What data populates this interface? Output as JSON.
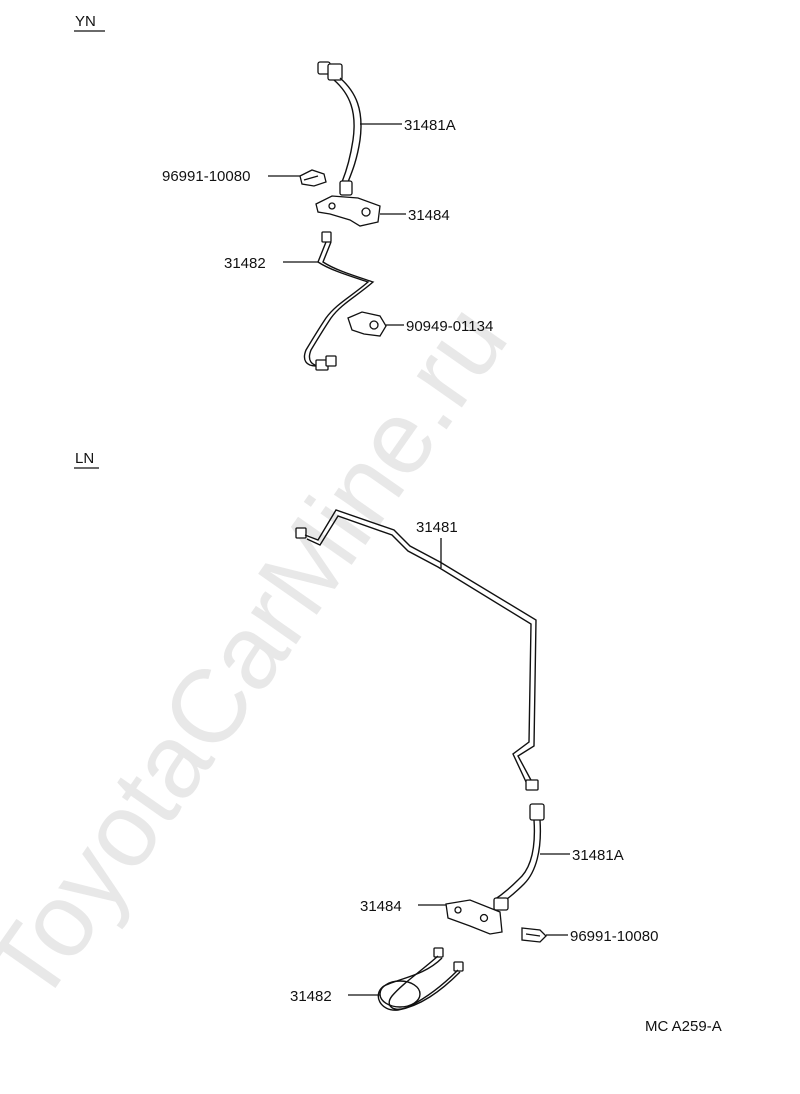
{
  "watermark": "ToyotaCarMine.ru",
  "sections": {
    "yn": {
      "title": "YN",
      "labels": {
        "hose": "31481A",
        "clip": "96991-10080",
        "bracket": "31484",
        "pipe": "31482",
        "clamp": "90949-01134"
      }
    },
    "ln": {
      "title": "LN",
      "labels": {
        "pipe_long": "31481",
        "hose": "31481A",
        "bracket": "31484",
        "clip": "96991-10080",
        "pipe_coil": "31482"
      }
    }
  },
  "figure_code": "MC A259-A"
}
